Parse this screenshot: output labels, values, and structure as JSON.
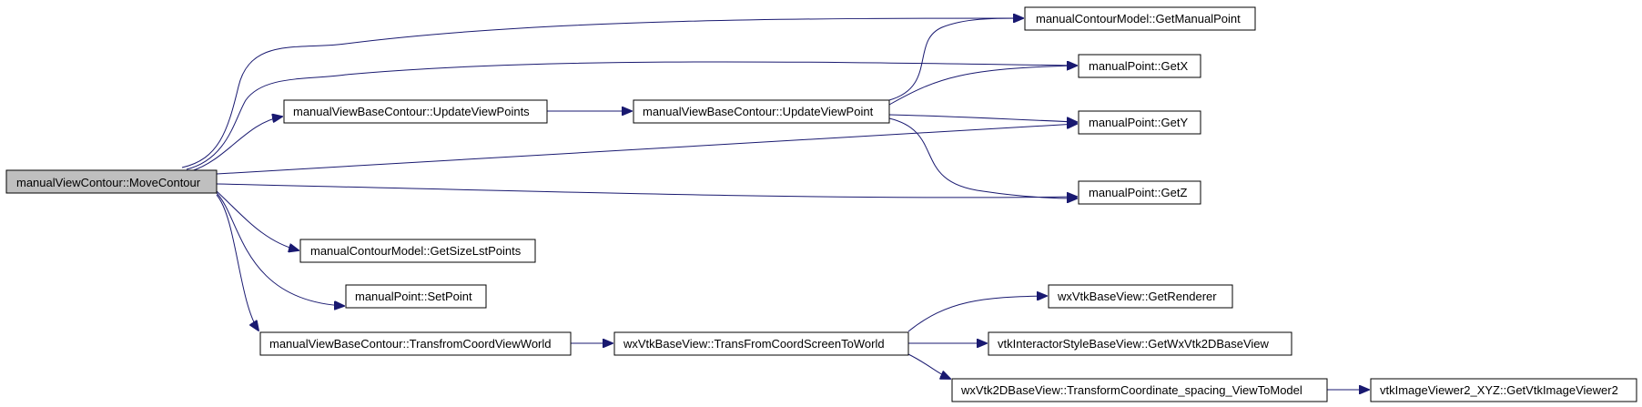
{
  "graph": {
    "edge_color": "#191970",
    "root_fill": "#bfbfbf",
    "nodes": [
      {
        "id": "root",
        "label": "manualViewContour::MoveContour",
        "root": true
      },
      {
        "id": "getManualPoint",
        "label": "manualContourModel::GetManualPoint"
      },
      {
        "id": "getX",
        "label": "manualPoint::GetX"
      },
      {
        "id": "updateViewPoints",
        "label": "manualViewBaseContour::UpdateViewPoints"
      },
      {
        "id": "updateViewPoint",
        "label": "manualViewBaseContour::UpdateViewPoint"
      },
      {
        "id": "getY",
        "label": "manualPoint::GetY"
      },
      {
        "id": "getZ",
        "label": "manualPoint::GetZ"
      },
      {
        "id": "getSizeLstPoints",
        "label": "manualContourModel::GetSizeLstPoints"
      },
      {
        "id": "setPoint",
        "label": "manualPoint::SetPoint"
      },
      {
        "id": "transfromCoordViewWorld",
        "label": "manualViewBaseContour::TransfromCoordViewWorld"
      },
      {
        "id": "transFromCoordScreenToWorld",
        "label": "wxVtkBaseView::TransFromCoordScreenToWorld"
      },
      {
        "id": "getRenderer",
        "label": "wxVtkBaseView::GetRenderer"
      },
      {
        "id": "getWxVtk2DBaseView",
        "label": "vtkInteractorStyleBaseView::GetWxVtk2DBaseView"
      },
      {
        "id": "transformCoordinate",
        "label": "wxVtk2DBaseView::TransformCoordinate_spacing_ViewToModel"
      },
      {
        "id": "getVtkImageViewer2",
        "label": "vtkImageViewer2_XYZ::GetVtkImageViewer2"
      }
    ],
    "edges": [
      {
        "from": "root",
        "to": "getManualPoint"
      },
      {
        "from": "root",
        "to": "getX"
      },
      {
        "from": "root",
        "to": "updateViewPoints"
      },
      {
        "from": "root",
        "to": "getY"
      },
      {
        "from": "root",
        "to": "getZ"
      },
      {
        "from": "root",
        "to": "getSizeLstPoints"
      },
      {
        "from": "root",
        "to": "setPoint"
      },
      {
        "from": "root",
        "to": "transfromCoordViewWorld"
      },
      {
        "from": "updateViewPoints",
        "to": "updateViewPoint"
      },
      {
        "from": "updateViewPoint",
        "to": "getManualPoint"
      },
      {
        "from": "updateViewPoint",
        "to": "getX"
      },
      {
        "from": "updateViewPoint",
        "to": "getY"
      },
      {
        "from": "updateViewPoint",
        "to": "getZ"
      },
      {
        "from": "transfromCoordViewWorld",
        "to": "transFromCoordScreenToWorld"
      },
      {
        "from": "transFromCoordScreenToWorld",
        "to": "getRenderer"
      },
      {
        "from": "transFromCoordScreenToWorld",
        "to": "getWxVtk2DBaseView"
      },
      {
        "from": "transFromCoordScreenToWorld",
        "to": "transformCoordinate"
      },
      {
        "from": "transformCoordinate",
        "to": "getVtkImageViewer2"
      }
    ]
  }
}
